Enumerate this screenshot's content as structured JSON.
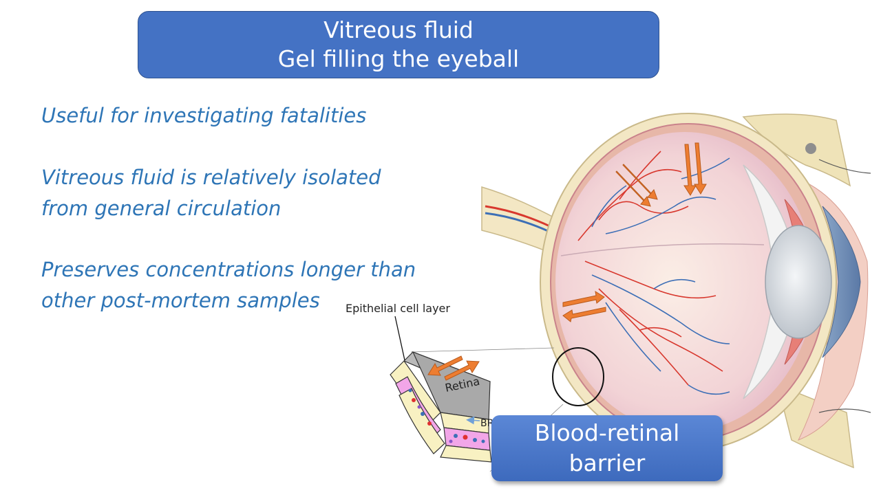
{
  "title": {
    "line1": "Vitreous fluid",
    "line2": "Gel filling the eyeball"
  },
  "bullets": [
    {
      "line1": "Useful for investigating fatalities",
      "line2": ""
    },
    {
      "line1": "Vitreous fluid is relatively isolated",
      "line2": "from general circulation"
    },
    {
      "line1": "Preserves concentrations longer than",
      "line2": "other post-mortem samples"
    }
  ],
  "diagram": {
    "epithelial_label": "Epithelial cell layer",
    "retina_label": "Retina",
    "brb_label": "BR",
    "barrier_line1": "Blood-retinal",
    "barrier_line2": "barrier",
    "colors": {
      "sclera": "#f3e7c4",
      "vessel_red": "#d8382e",
      "vessel_blue": "#3d6fb6",
      "arrow_orange": "#ed7d31",
      "tissue_pink": "#f2a6e8",
      "title_blue": "#4472c4",
      "text_blue": "#2e75b6"
    }
  }
}
